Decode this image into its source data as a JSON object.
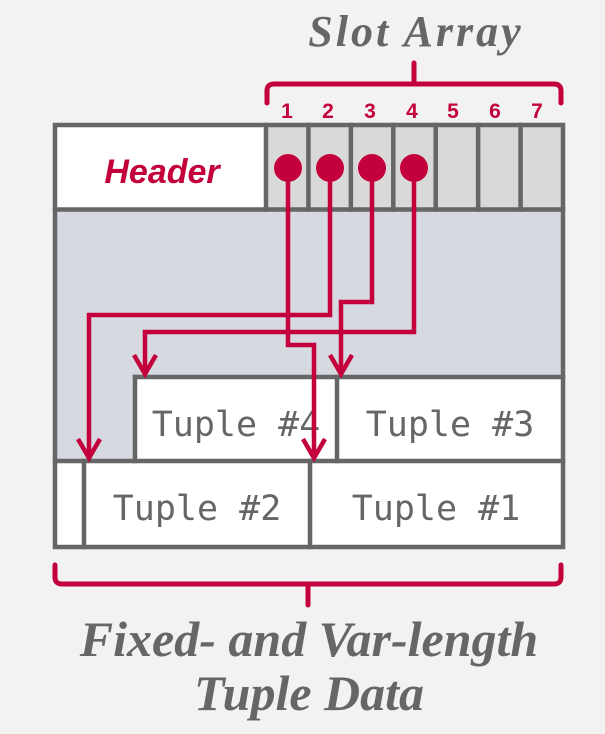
{
  "colors": {
    "accent": "#C3003B",
    "border": "#666666",
    "text": "#666666",
    "free_space": "#D6D9E0",
    "slot_fill": "#D9D9D9",
    "cell_fill": "#FFFFFF",
    "background": "#F2F2F2"
  },
  "slot_array": {
    "label": "Slot Array",
    "slots": [
      {
        "number": "1",
        "occupied": true,
        "points_to": "Tuple #1"
      },
      {
        "number": "2",
        "occupied": true,
        "points_to": "Tuple #2"
      },
      {
        "number": "3",
        "occupied": true,
        "points_to": "Tuple #3"
      },
      {
        "number": "4",
        "occupied": true,
        "points_to": "Tuple #4"
      },
      {
        "number": "5",
        "occupied": false,
        "points_to": null
      },
      {
        "number": "6",
        "occupied": false,
        "points_to": null
      },
      {
        "number": "7",
        "occupied": false,
        "points_to": null
      }
    ]
  },
  "page": {
    "header_label": "Header",
    "tuples": [
      {
        "label": "Tuple #4"
      },
      {
        "label": "Tuple #3"
      },
      {
        "label": "Tuple #2"
      },
      {
        "label": "Tuple #1"
      }
    ]
  },
  "tuple_data_label": {
    "lines": [
      "Fixed- and Var-length",
      "Tuple Data"
    ]
  }
}
